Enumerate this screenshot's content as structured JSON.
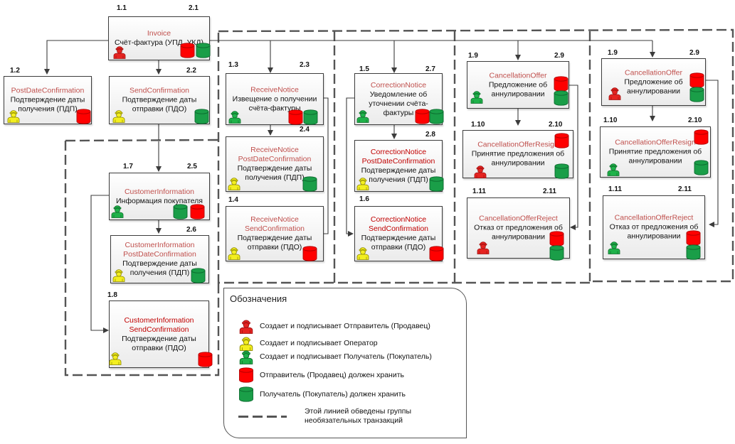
{
  "diagram": {
    "colors": {
      "sender": "#e52421",
      "operator": "#f3ef1f",
      "receiver": "#1fb24a",
      "store_sender": "#ff0000",
      "store_receiver": "#1a9e48",
      "title_red": "#c0504d"
    },
    "boxes": [
      {
        "id": "invoice",
        "num_left": "1.1",
        "num_right": "2.1",
        "title": "Invoice",
        "desc": "Счёт-фактура (УПД, УКД)",
        "creator": "sender",
        "storage": [
          "sender",
          "receiver"
        ]
      },
      {
        "id": "post-date-confirmation",
        "num_left": "1.2",
        "num_right": "",
        "title": "PostDateConfirmation",
        "desc": "Подтверждение даты получения (ПДП)",
        "creator": "operator",
        "storage": [
          "sender"
        ]
      },
      {
        "id": "send-confirmation",
        "num_left": "",
        "num_right": "2.2",
        "title": "SendConfirmation",
        "desc": "Подтверждение даты отправки (ПДО)",
        "creator": "operator",
        "storage": [
          "receiver"
        ]
      },
      {
        "id": "receive-notice",
        "num_left": "1.3",
        "num_right": "2.3",
        "title": "ReceiveNotice",
        "desc": "Извещение о получении счёта-фактуры",
        "creator": "receiver",
        "storage": [
          "sender",
          "receiver"
        ]
      },
      {
        "id": "receive-notice-post-date",
        "num_left": "",
        "num_right": "2.4",
        "title": "ReceiveNotice PostDateConfirmation",
        "desc": "Подтверждение даты получения (ПДП)",
        "creator": "operator",
        "storage": [
          "receiver"
        ]
      },
      {
        "id": "receive-notice-send-conf",
        "num_left": "1.4",
        "num_right": "",
        "title": "ReceiveNotice SendConfirmation",
        "desc": "Подтверждение даты отправки (ПДО)",
        "creator": "operator",
        "storage": [
          "sender"
        ]
      },
      {
        "id": "correction-notice",
        "num_left": "1.5",
        "num_right": "2.7",
        "title": "CorrectionNotice",
        "desc": "Уведомление об уточнении счёта-фактуры",
        "creator": "receiver",
        "storage": [
          "sender",
          "receiver"
        ]
      },
      {
        "id": "correction-notice-post-date",
        "num_left": "",
        "num_right": "2.8",
        "title": "CorrectionNotice PostDateConfirmation",
        "desc": "Подтверждение даты получения (ПДП)",
        "creator": "operator",
        "storage": [
          "receiver"
        ]
      },
      {
        "id": "correction-notice-send-conf",
        "num_left": "1.6",
        "num_right": "",
        "title": "CorrectionNotice SendConfirmation",
        "desc": "Подтверждение даты отправки (ПДО)",
        "creator": "operator",
        "storage": [
          "sender"
        ]
      },
      {
        "id": "customer-information",
        "num_left": "1.7",
        "num_right": "2.5",
        "title": "CustomerInformation",
        "desc": "Информация покупателя",
        "creator": "receiver",
        "storage": [
          "receiver",
          "sender"
        ]
      },
      {
        "id": "customer-info-post-date",
        "num_left": "",
        "num_right": "2.6",
        "title": "CustomerInformation PostDateConfirmation",
        "desc": "Подтверждение даты получения (ПДП)",
        "creator": "operator",
        "storage": [
          "receiver"
        ]
      },
      {
        "id": "customer-info-send-conf",
        "num_left": "1.8",
        "num_right": "",
        "title": "CustomerInformation SendConfirmation",
        "desc": "Подтверждение даты отправки (ПДО)",
        "creator": "operator",
        "storage": [
          "sender"
        ]
      },
      {
        "id": "cancellation-offer-a",
        "num_left": "1.9",
        "num_right": "2.9",
        "title": "CancellationOffer",
        "desc": "Предложение об аннулировании",
        "creator": "receiver",
        "storage": [
          "sender",
          "receiver"
        ]
      },
      {
        "id": "cancellation-offer-resign-a",
        "num_left": "1.10",
        "num_right": "2.10",
        "title": "CancellationOfferResign",
        "desc": "Принятие предложения об аннулировании",
        "creator": "sender",
        "storage": [
          "sender",
          "receiver"
        ]
      },
      {
        "id": "cancellation-offer-reject-a",
        "num_left": "1.11",
        "num_right": "2.11",
        "title": "CancellationOfferReject",
        "desc": "Отказ от предложения об аннулировании",
        "creator": "sender",
        "storage": [
          "sender",
          "receiver"
        ]
      },
      {
        "id": "cancellation-offer-b",
        "num_left": "1.9",
        "num_right": "2.9",
        "title": "CancellationOffer",
        "desc": "Предложение об аннулировании",
        "creator": "sender",
        "storage": [
          "sender",
          "receiver"
        ]
      },
      {
        "id": "cancellation-offer-resign-b",
        "num_left": "1.10",
        "num_right": "2.10",
        "title": "CancellationOfferResign",
        "desc": "Принятие предложения об аннулировании",
        "creator": "receiver",
        "storage": [
          "sender",
          "receiver"
        ]
      },
      {
        "id": "cancellation-offer-reject-b",
        "num_left": "1.11",
        "num_right": "2.11",
        "title": "CancellationOfferReject",
        "desc": "Отказ от предложения об аннулировании",
        "creator": "receiver",
        "storage": [
          "sender",
          "receiver"
        ]
      }
    ]
  },
  "legend": {
    "title": "Обозначения",
    "items": [
      {
        "icon": "sender-person-icon",
        "label": "Создает и подписывает Отправитель (Продавец)"
      },
      {
        "icon": "operator-person-icon",
        "label": "Создает и подписывает Оператор"
      },
      {
        "icon": "receiver-person-icon",
        "label": "Создает и подписывает Получатель (Покупатель)"
      },
      {
        "icon": "sender-storage-icon",
        "label": "Отправитель (Продавец) должен хранить"
      },
      {
        "icon": "receiver-storage-icon",
        "label": "Получатель (Покупатель) должен хранить"
      },
      {
        "icon": "dashed-line-icon",
        "label": "Этой линией обведены группы необязательных транзакций"
      }
    ]
  }
}
